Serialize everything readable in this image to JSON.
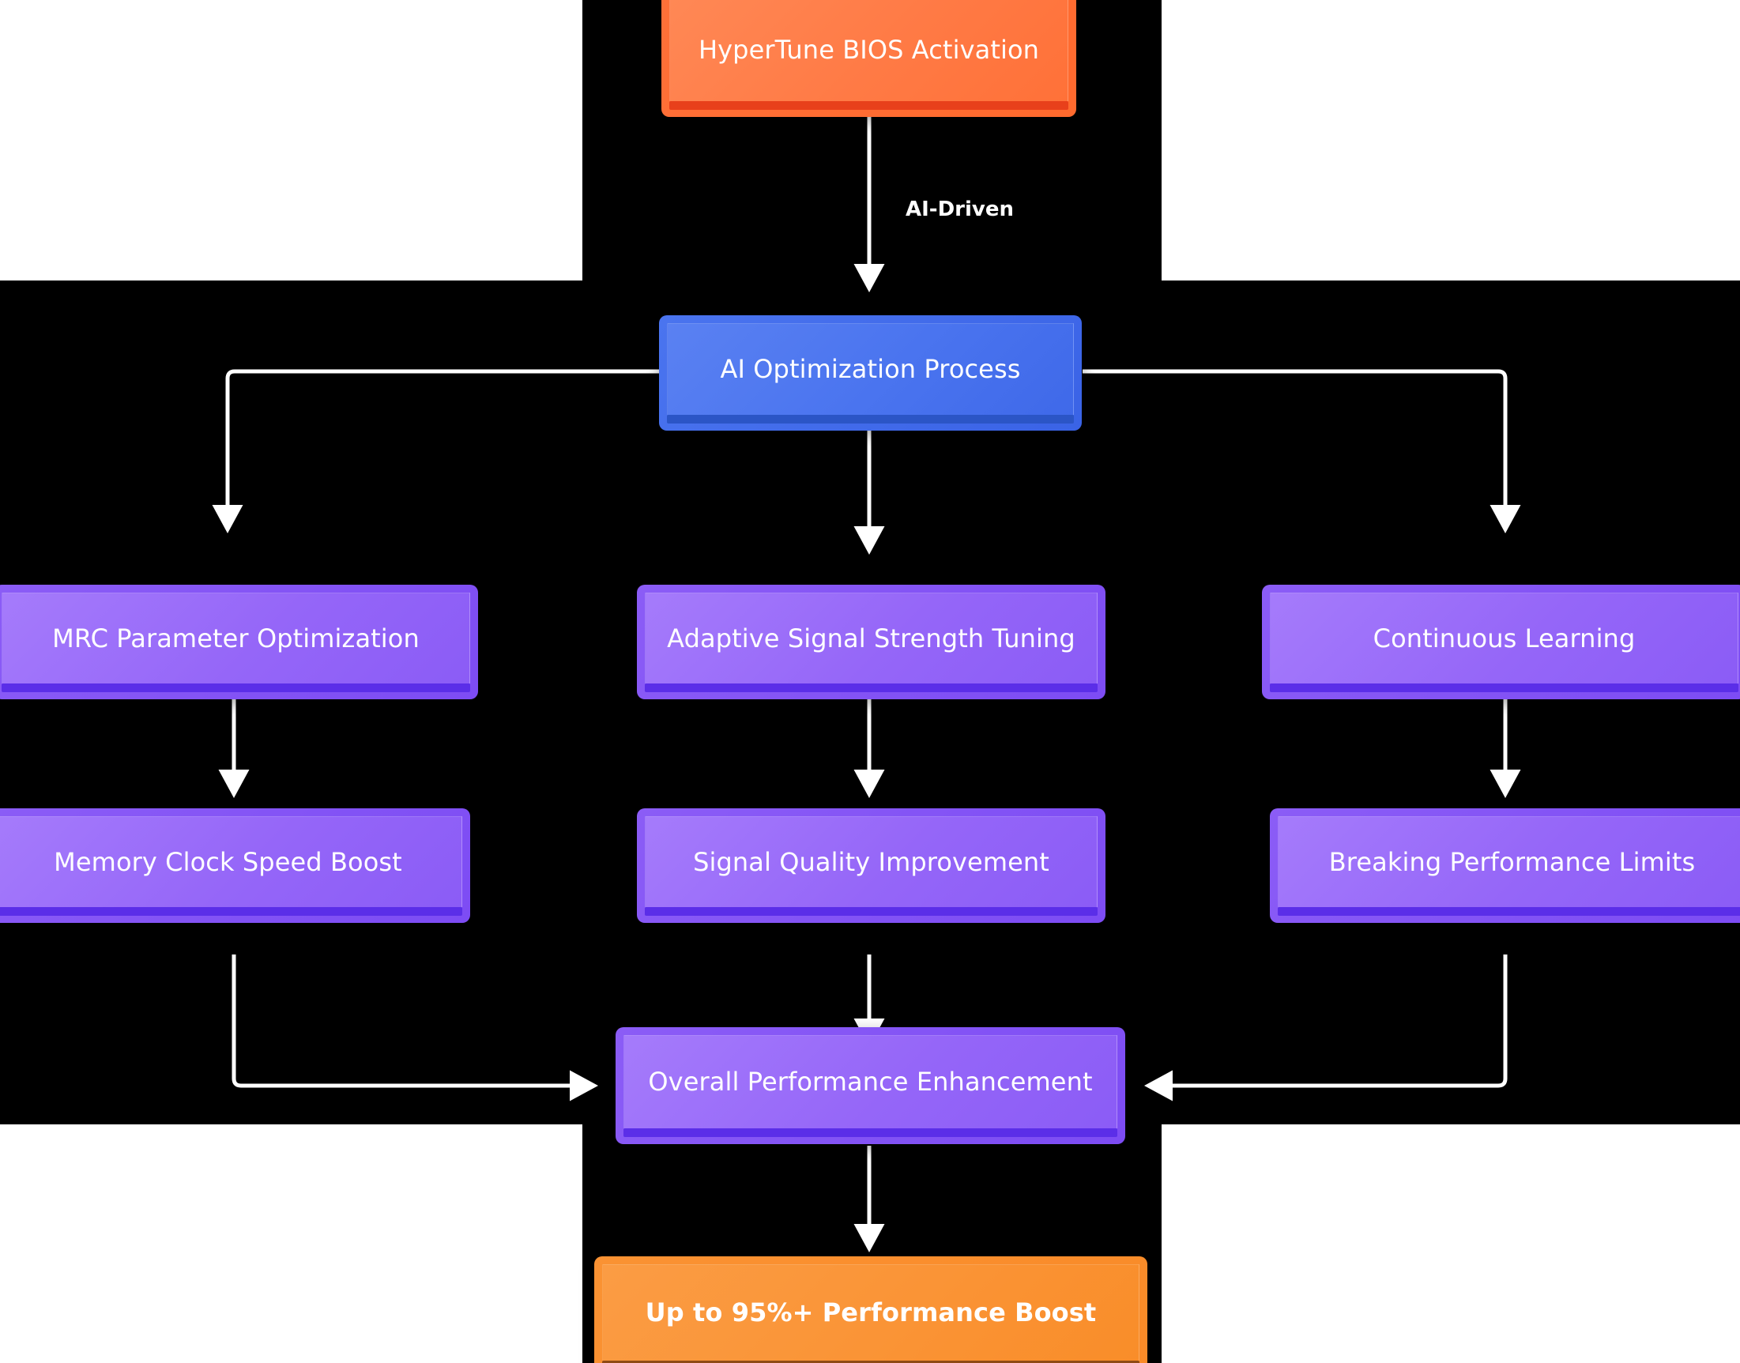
{
  "diagram": {
    "background": "#000000",
    "page_background": "#ffffff",
    "edge_color": "#ffffff",
    "colors": {
      "orange": "#ff6a2e",
      "orange_bar": "#e8401b",
      "orange_result": "#f98a27",
      "orange_result_bar": "#8f4a14",
      "blue": "#3a63e6",
      "blue_bar": "#2b55c6",
      "purple": "#7d4cf4",
      "purple_bar": "#5b2ee8"
    },
    "nodes": {
      "start": {
        "label": "HyperTune BIOS Activation"
      },
      "process": {
        "label": "AI Optimization Process"
      },
      "mrc": {
        "label": "MRC Parameter Optimization"
      },
      "adaptive": {
        "label": "Adaptive Signal Strength Tuning"
      },
      "continuous": {
        "label": "Continuous Learning"
      },
      "clock": {
        "label": "Memory Clock Speed Boost"
      },
      "quality": {
        "label": "Signal Quality Improvement"
      },
      "limits": {
        "label": "Breaking Performance Limits"
      },
      "overall": {
        "label": "Overall Performance Enhancement"
      },
      "result": {
        "label": "Up to 95%+ Performance Boost"
      }
    },
    "edges": {
      "ai_driven": {
        "label": "AI-Driven"
      }
    }
  }
}
